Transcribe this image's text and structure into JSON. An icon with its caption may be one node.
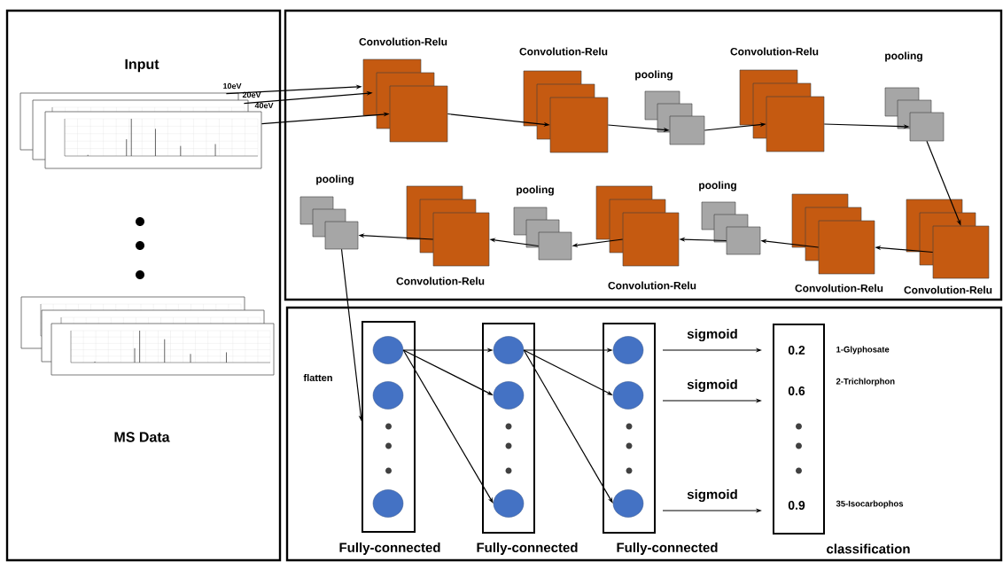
{
  "diagram": {
    "nodes": [
      {
        "text": [
          "Input",
          "MS Data"
        ]
      },
      {
        "text": [],
        "shape": "picture",
        "beside": [
          "10eV"
        ],
        "in": 0
      },
      {
        "text": [],
        "shape": "picture",
        "beside": [
          "20eV"
        ],
        "in": 0
      },
      {
        "text": [],
        "shape": "picture",
        "beside": [
          "40eV"
        ],
        "in": 0
      },
      {
        "text": [],
        "shape": "picture",
        "in": 0
      },
      {
        "text": [],
        "shape": "picture",
        "in": 0
      },
      {
        "text": [],
        "shape": "picture",
        "in": 0
      },
      {
        "text": [],
        "shape": "box"
      },
      {
        "text": [
          "Convolution-Relu"
        ],
        "in": 7
      },
      {
        "text": [
          "Convolution-Relu"
        ],
        "in": 7
      },
      {
        "text": [
          "pooling"
        ],
        "in": 7
      },
      {
        "text": [
          "Convolution-Relu"
        ],
        "in": 7
      },
      {
        "text": [
          "pooling"
        ],
        "in": 7
      },
      {
        "text": [
          "Convolution-Relu"
        ],
        "in": 7
      },
      {
        "text": [
          "Convolution-Relu"
        ],
        "in": 7
      },
      {
        "text": [
          "pooling"
        ],
        "in": 7
      },
      {
        "text": [
          "Convolution-Relu"
        ],
        "in": 7
      },
      {
        "text": [
          "pooling"
        ],
        "in": 7
      },
      {
        "text": [
          "Convolution-Relu"
        ],
        "in": 7
      },
      {
        "text": [
          "pooling"
        ],
        "in": 7
      },
      {
        "text": [],
        "shape": "box"
      },
      {
        "text": [
          "Fully-connected"
        ],
        "in": 20
      },
      {
        "text": [],
        "shape": "circle",
        "in": 21
      },
      {
        "text": [],
        "shape": "circle",
        "in": 21
      },
      {
        "text": [],
        "shape": "circle",
        "in": 21
      },
      {
        "text": [
          "Fully-connected"
        ],
        "in": 20
      },
      {
        "text": [],
        "shape": "circle",
        "in": 25
      },
      {
        "text": [],
        "shape": "circle",
        "in": 25
      },
      {
        "text": [],
        "shape": "circle",
        "in": 25
      },
      {
        "text": [
          "Fully-connected"
        ],
        "in": 20
      },
      {
        "text": [],
        "shape": "circle",
        "in": 29
      },
      {
        "text": [],
        "shape": "circle",
        "in": 29
      },
      {
        "text": [],
        "shape": "circle",
        "in": 29
      },
      {
        "text": [
          "0.2",
          "0.6",
          "0.9",
          "classification"
        ],
        "beside": [
          "1-Glyphosate",
          "2-Trichlorphon",
          "35-Isocarbophos"
        ],
        "in": 20
      }
    ],
    "edges": [
      {
        "from": 1,
        "to": 8,
        "arrow": "to"
      },
      {
        "from": 2,
        "to": 8,
        "arrow": "to"
      },
      {
        "from": 3,
        "to": 8,
        "arrow": "to"
      },
      {
        "from": 8,
        "to": 9,
        "arrow": "to"
      },
      {
        "from": 9,
        "to": 10,
        "arrow": "to"
      },
      {
        "from": 10,
        "to": 11,
        "arrow": "to"
      },
      {
        "from": 11,
        "to": 12,
        "arrow": "to"
      },
      {
        "from": 12,
        "to": 13,
        "arrow": "to"
      },
      {
        "from": 13,
        "to": 14,
        "arrow": "to"
      },
      {
        "from": 14,
        "to": 15,
        "arrow": "to"
      },
      {
        "from": 15,
        "to": 16,
        "arrow": "to"
      },
      {
        "from": 16,
        "to": 17,
        "arrow": "to"
      },
      {
        "from": 17,
        "to": 18,
        "arrow": "to"
      },
      {
        "from": 18,
        "to": 19,
        "arrow": "to"
      },
      {
        "from": 19,
        "to": 21,
        "arrow": "to",
        "label": "flatten"
      },
      {
        "from": 22,
        "to": 26,
        "arrow": "to"
      },
      {
        "from": 22,
        "to": 27,
        "arrow": "to"
      },
      {
        "from": 22,
        "to": 28,
        "arrow": "to"
      },
      {
        "from": 26,
        "to": 30,
        "arrow": "to"
      },
      {
        "from": 26,
        "to": 31,
        "arrow": "to"
      },
      {
        "from": 26,
        "to": 32,
        "arrow": "to"
      },
      {
        "from": 29,
        "to": 33,
        "arrow": "to",
        "label": "sigmoid"
      },
      {
        "from": 29,
        "to": 33,
        "arrow": "to",
        "label": "sigmoid"
      },
      {
        "from": 29,
        "to": 33,
        "arrow": "to",
        "label": "sigmoid"
      }
    ]
  }
}
